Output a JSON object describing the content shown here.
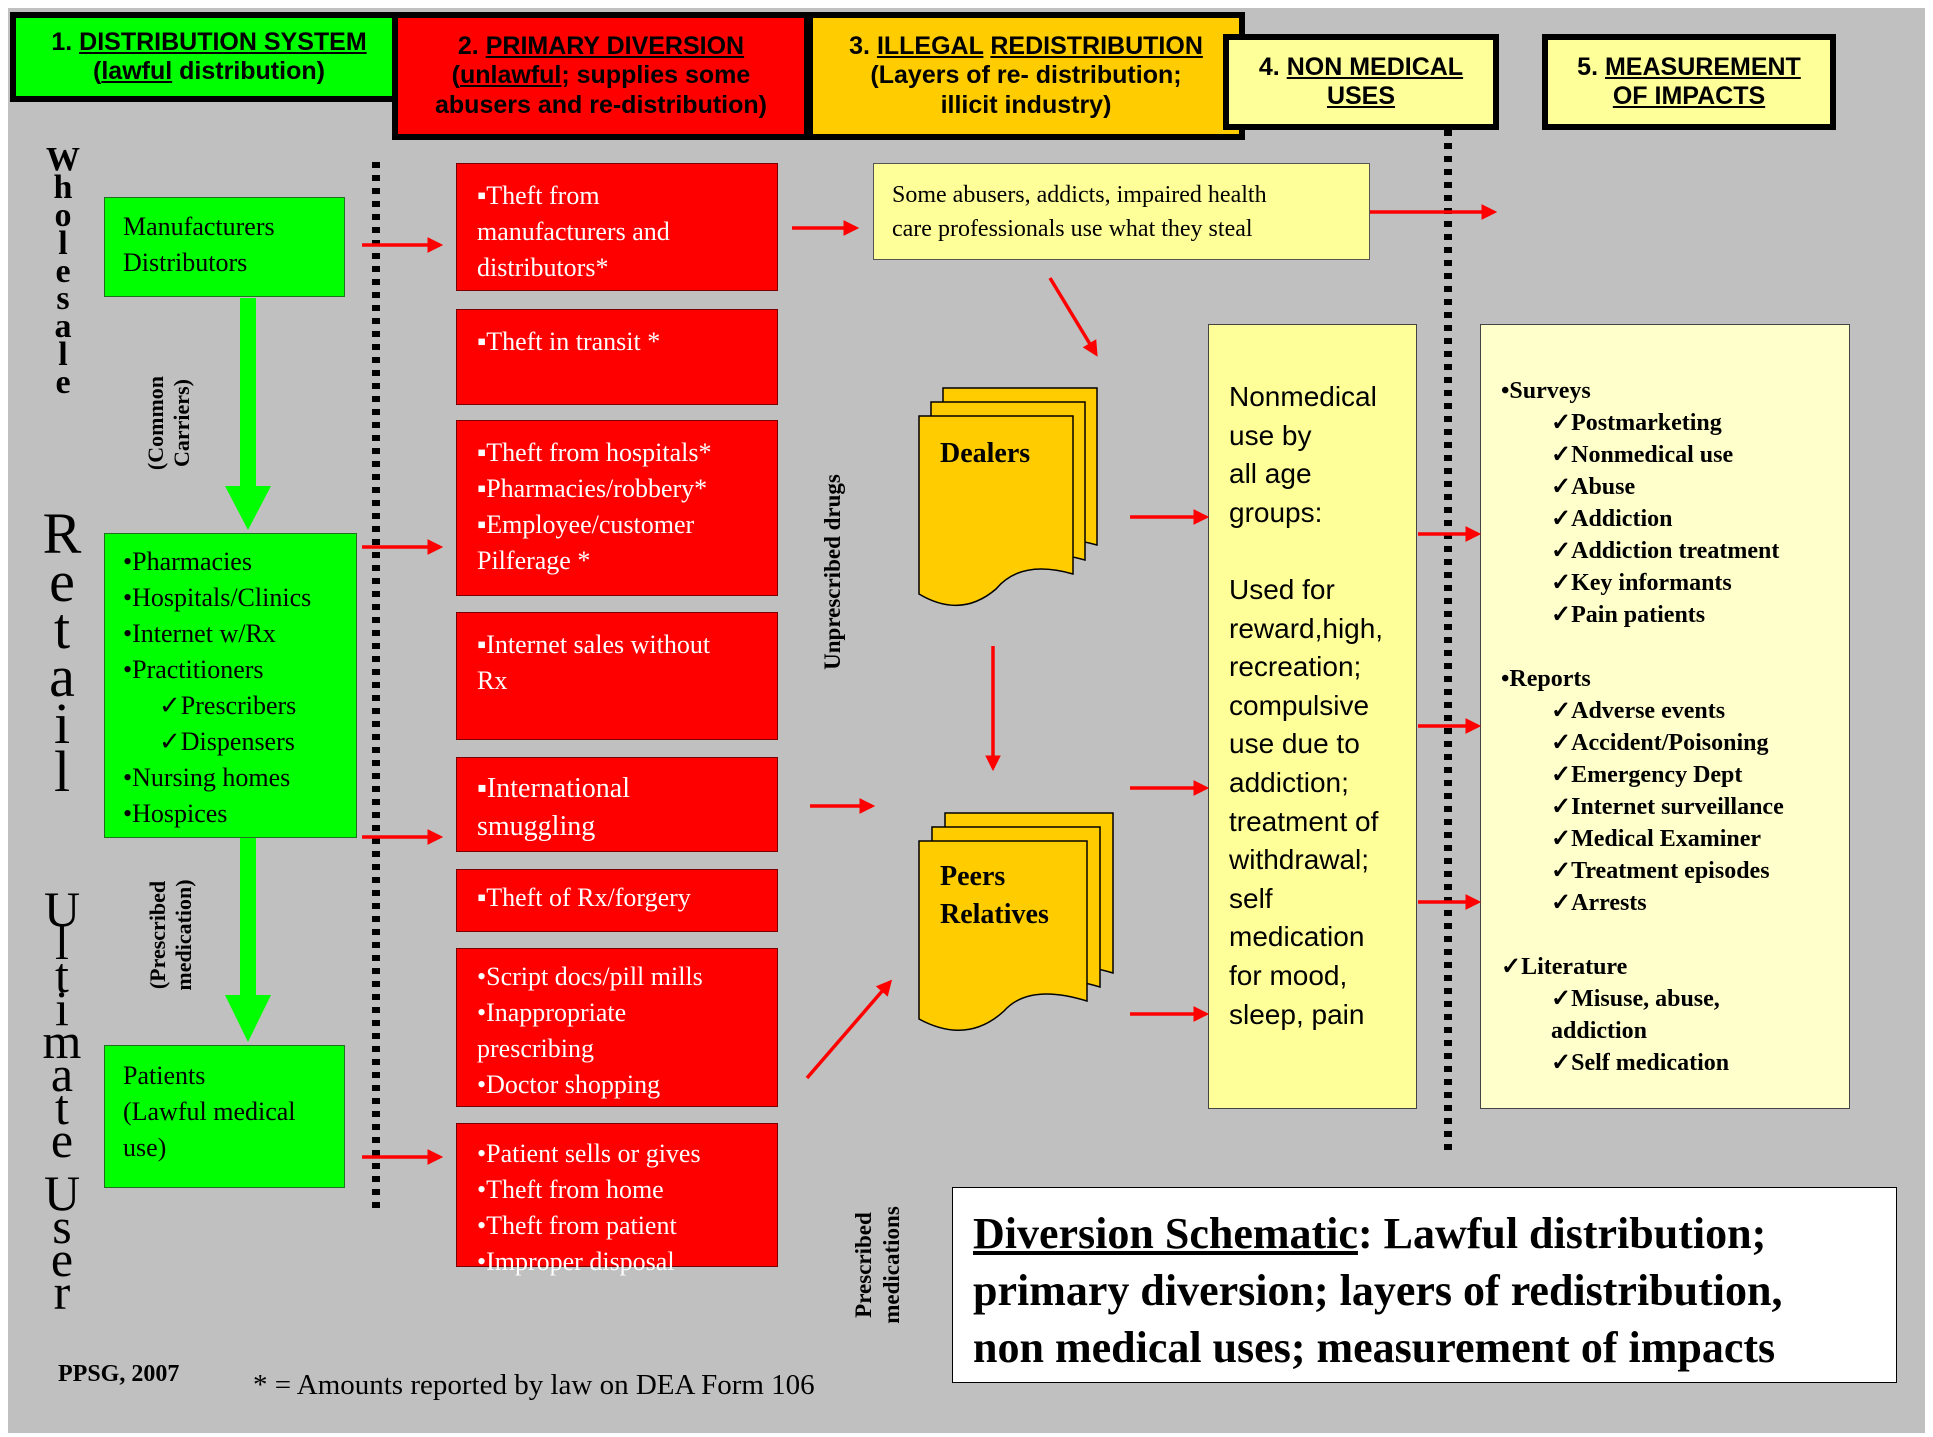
{
  "headers": [
    {
      "num": "1.",
      "title": "DISTRIBUTION SYSTEM",
      "sub_pre": "(",
      "sub_u": "lawful",
      "sub_post": " distribution)",
      "color": "#00ff00"
    },
    {
      "num": "2.",
      "title": "PRIMARY DIVERSION",
      "sub_pre": "(",
      "sub_u": "unlawful",
      "sub_post": "; supplies some",
      "line3": "abusers and re-distribution)",
      "color": "#ff0000"
    },
    {
      "num": "3.",
      "title_u1": "ILLEGAL",
      "title_u2": "REDISTRIBUTION",
      "line2": "(Layers of re- distribution;",
      "line3": "illicit industry)",
      "color": "#ffcc00"
    },
    {
      "num": "4.",
      "title": "NON MEDICAL",
      "line2": "USES",
      "color": "#ffff99"
    },
    {
      "num": "5.",
      "title": "MEASUREMENT",
      "line2": "OF IMPACTS",
      "color": "#ffff99"
    }
  ],
  "side_labels": {
    "wholesale": "Wholesale",
    "retail": "Retail",
    "ultimate_user": "Ultimate User"
  },
  "green_boxes": {
    "manufacturers": [
      "Manufacturers",
      "Distributors"
    ],
    "retail": [
      "•Pharmacies",
      "•Hospitals/Clinics",
      "•Internet w/Rx",
      "•Practitioners",
      "✓Prescribers",
      "✓Dispensers",
      "•Nursing homes",
      "•Hospices"
    ],
    "patients": [
      "Patients",
      "(Lawful medical",
      "use)"
    ]
  },
  "arrow_labels": {
    "common_carriers": [
      "(Common",
      "Carriers)"
    ],
    "prescribed_medication": [
      "(Prescribed",
      "medication)"
    ],
    "unprescribed_drugs": "Unprescribed drugs",
    "prescribed_medications": [
      "Prescribed",
      "medications"
    ]
  },
  "red_boxes": [
    [
      "▪Theft from",
      "manufacturers and",
      "distributors*"
    ],
    [
      "▪Theft in transit *"
    ],
    [
      "▪Theft from hospitals*",
      "▪Pharmacies/robbery*",
      "▪Employee/customer",
      "Pilferage *"
    ],
    [
      "▪Internet sales without",
      "Rx"
    ],
    [
      "▪International",
      "smuggling"
    ],
    [
      "▪Theft of Rx/forgery"
    ],
    [
      "•Script docs/pill mills",
      "•Inappropriate",
      "prescribing",
      "•Doctor shopping"
    ],
    [
      "•Patient sells or gives",
      "•Theft from home",
      "•Theft from patient",
      "•Improper disposal"
    ]
  ],
  "abusers_box": [
    "Some abusers, addicts,  impaired health",
    "care professionals  use what they steal"
  ],
  "dealers": "Dealers",
  "peers": [
    "Peers",
    "Relatives"
  ],
  "nonmedical": [
    "Nonmedical",
    "use by",
    "all age",
    "groups:",
    "",
    "Used for",
    "reward,high,",
    "recreation;",
    "compulsive",
    "use due to",
    "addiction;",
    "treatment of",
    "withdrawal;",
    "self",
    "medication",
    "for mood,",
    "sleep, pain"
  ],
  "measurement": {
    "surveys_head": "•Surveys",
    "surveys": [
      "✓Postmarketing",
      "✓Nonmedical use",
      "✓Abuse",
      "✓Addiction",
      "✓Addiction treatment",
      "✓Key informants",
      "✓Pain patients"
    ],
    "reports_head": "•Reports",
    "reports": [
      "✓Adverse events",
      "✓Accident/Poisoning",
      "✓Emergency Dept",
      "✓Internet surveillance",
      "✓Medical Examiner",
      "✓Treatment episodes",
      "✓Arrests"
    ],
    "literature_head": "✓Literature",
    "literature": [
      "✓Misuse, abuse,",
      "addiction",
      "✓Self medication"
    ]
  },
  "title": {
    "underlined": "Diversion Schematic",
    "rest1": ": Lawful distribution;",
    "line2": "primary diversion; layers of redistribution,",
    "line3": "non medical uses; measurement of impacts"
  },
  "footer": {
    "credit": "PPSG, 2007",
    "note": "* = Amounts reported by law on DEA Form 106"
  },
  "colors": {
    "green": "#00ff00",
    "red": "#ff0000",
    "orange": "#ffcc00",
    "yellow": "#ffff99",
    "pale_yellow": "#ffffcc",
    "background": "#c0c0c0"
  }
}
